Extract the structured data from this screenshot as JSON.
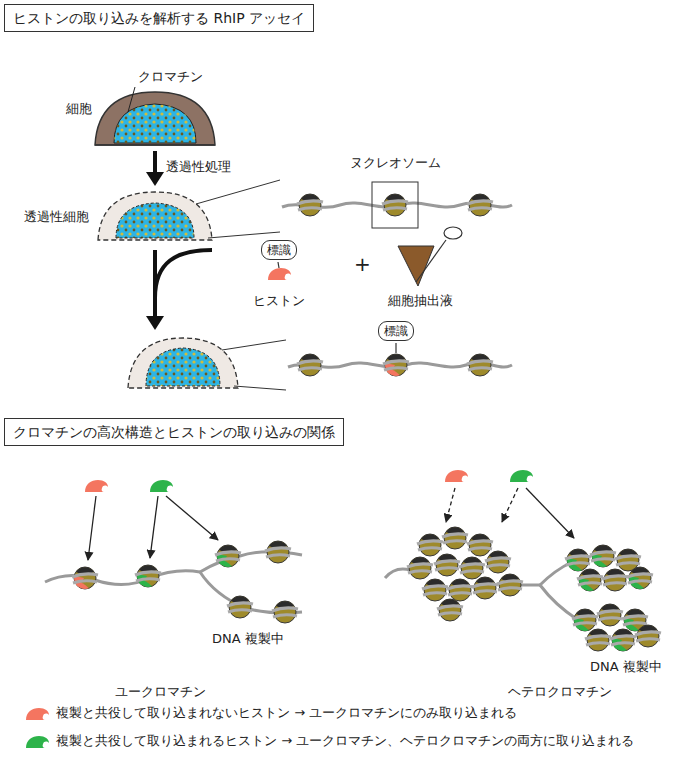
{
  "diagram": {
    "nodes": [
      {
        "text": [
          "ヒストンの取り込みを解析する RhIP アッセイ"
        ]
      },
      {
        "text": [
          "標識"
        ]
      },
      {
        "text": [
          "標識"
        ]
      },
      {
        "text": [
          "クロマチンの高次構造とヒストンの取り込みの関係"
        ]
      }
    ],
    "labels": [
      "クロマチン",
      "細胞",
      "透過性処理",
      "ヌクレオソーム",
      "透過性細胞",
      "ヒストン",
      "+",
      "細胞抽出液",
      "DNA 複製中",
      "ユークロマチン",
      "DNA 複製中",
      "ヘテロクロマチン"
    ],
    "legend": [
      {
        "text": "複製と共役して取り込まれないヒストン → ユークロマチンにのみ取り込まれる",
        "color": "#f47560"
      },
      {
        "text": "複製と共役して取り込まれるヒストン → ユークロマチン、ヘテロクロマチンの両方に取り込まれる",
        "color": "#2db34a"
      }
    ]
  }
}
